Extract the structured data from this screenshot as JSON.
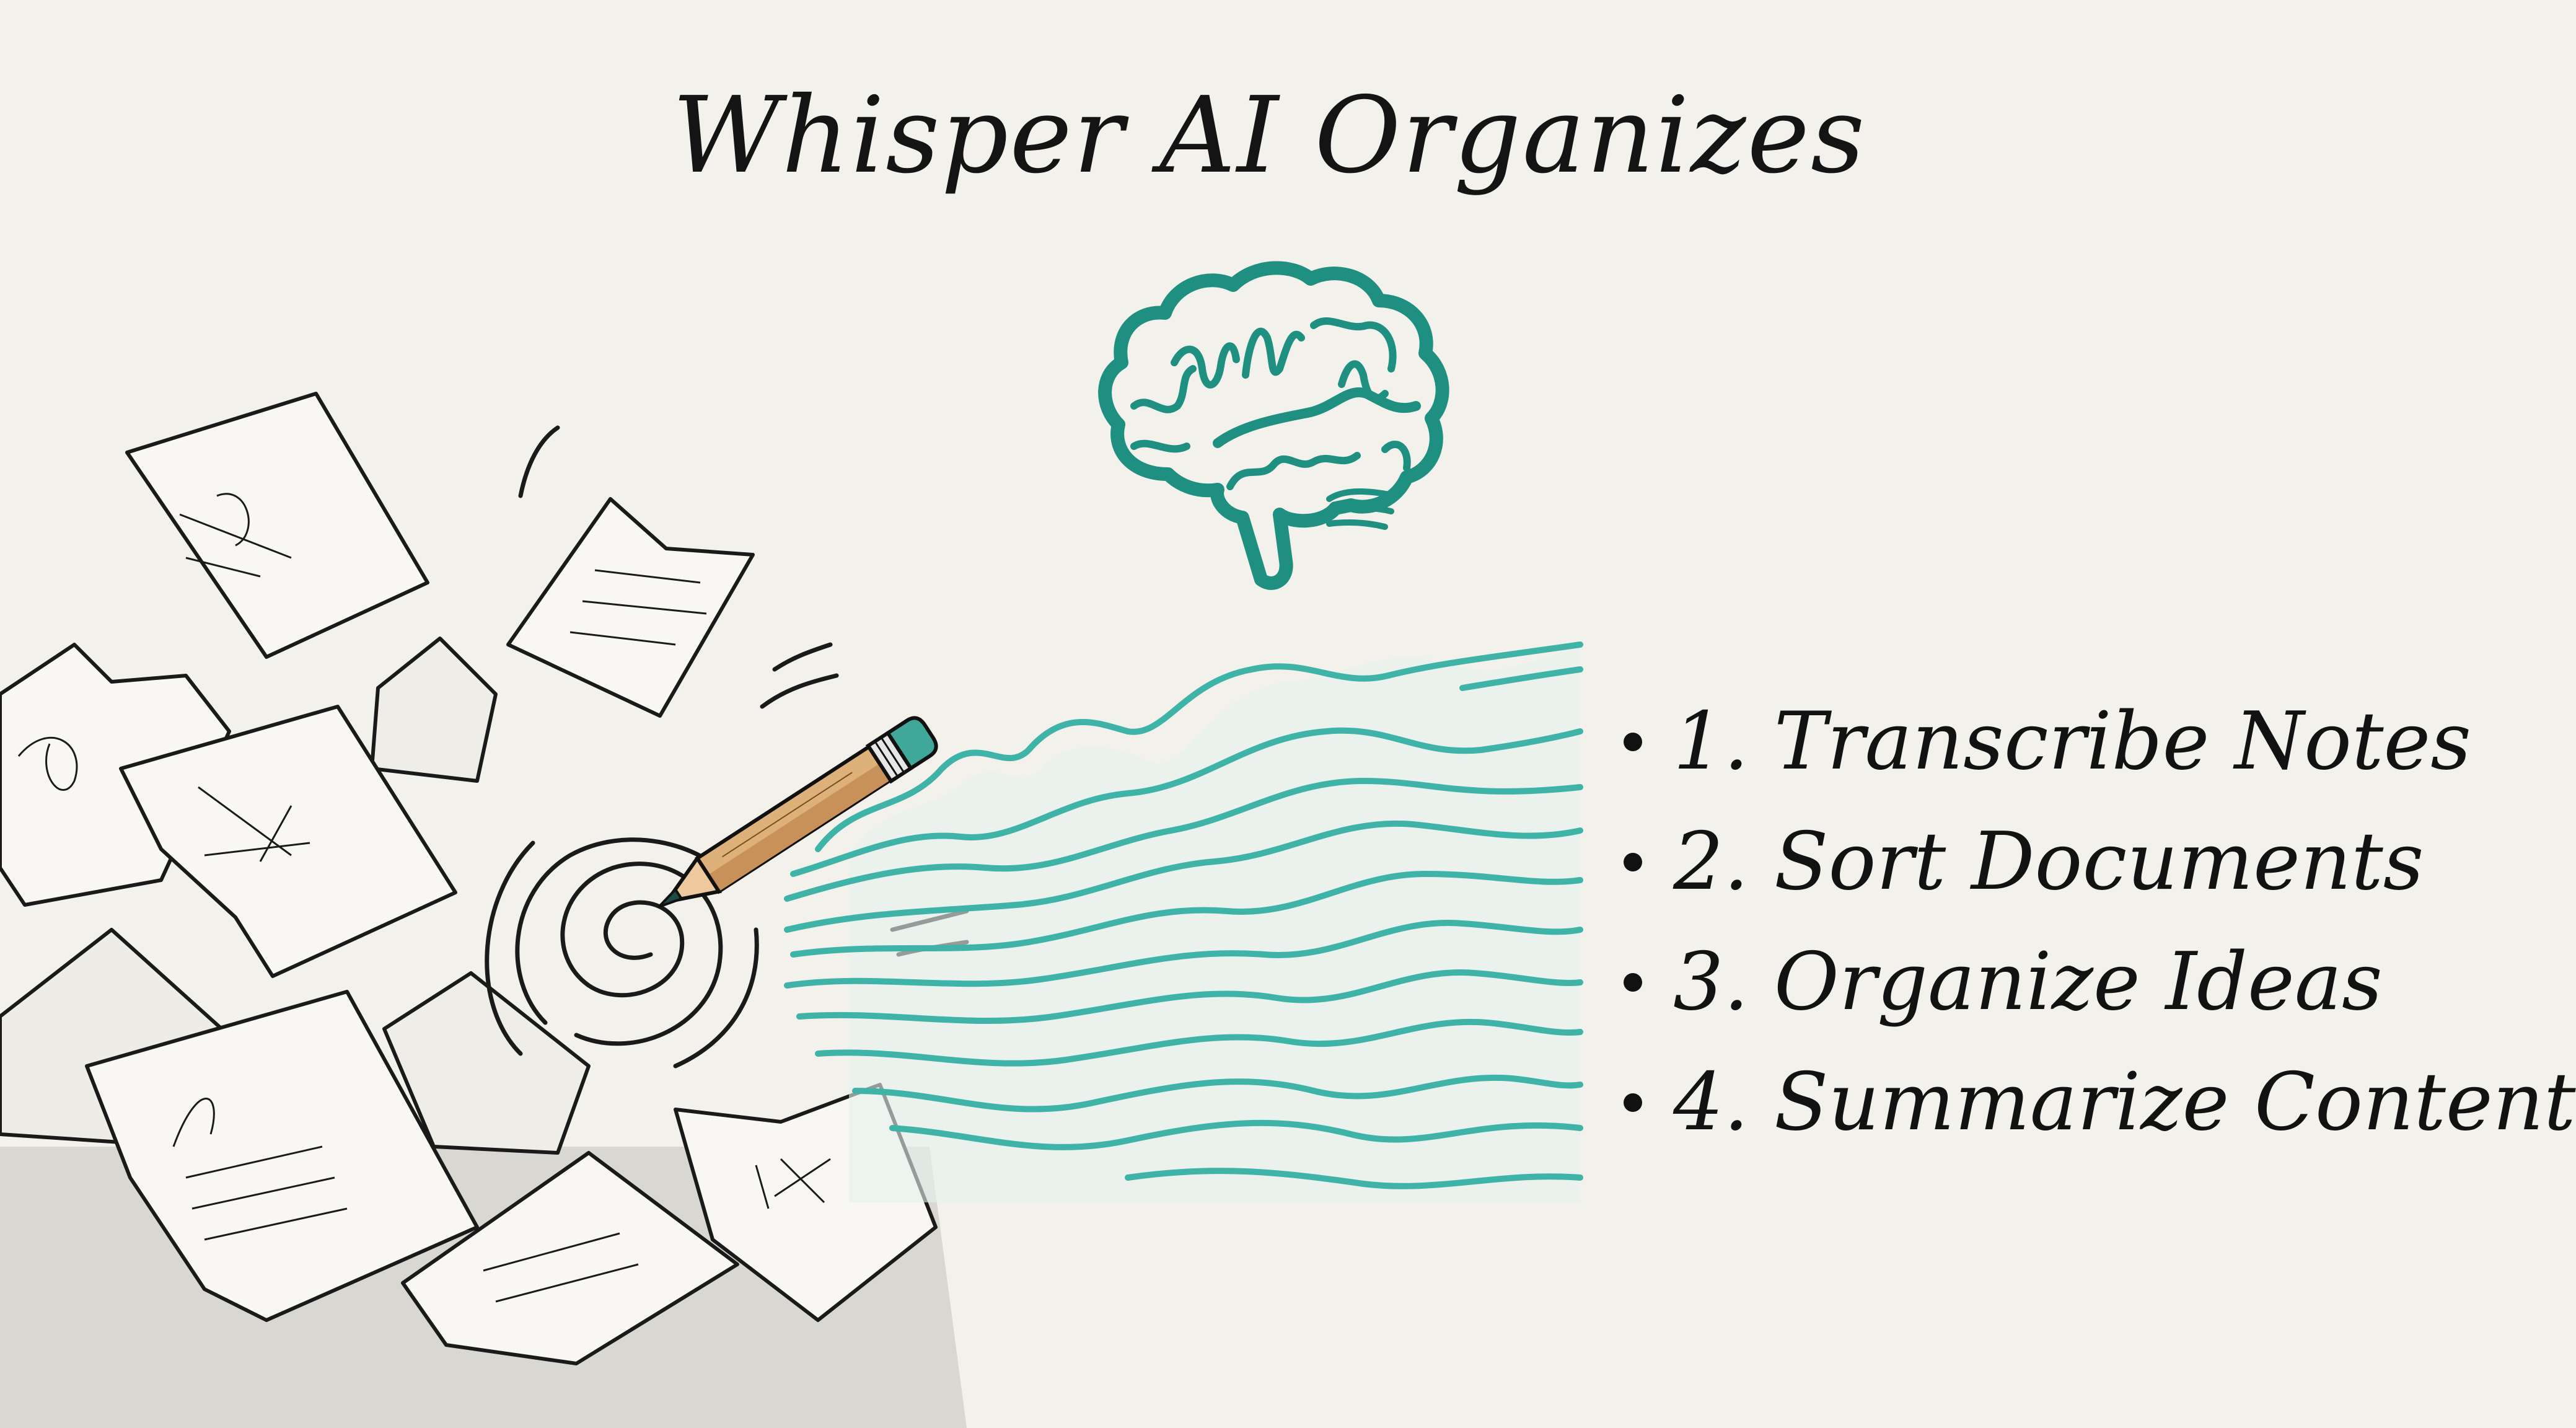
{
  "title": "Whisper AI Organizes",
  "icons": {
    "brain": "brain-icon",
    "pencil": "pencil-icon",
    "papers": "crumpled-papers-illustration",
    "waves": "flow-waves-illustration"
  },
  "colors": {
    "background": "#f3f1ec",
    "teal_primary": "#1e8f80",
    "teal_waves": "#3fb3a8",
    "ink": "#111111",
    "pencil_wood": "#deb07a",
    "eraser": "#3fa89a"
  },
  "list": {
    "items": [
      {
        "label": "1. Transcribe Notes"
      },
      {
        "label": "2. Sort Documents"
      },
      {
        "label": "3. Organize Ideas"
      },
      {
        "label": "4. Summarize Content"
      }
    ]
  }
}
